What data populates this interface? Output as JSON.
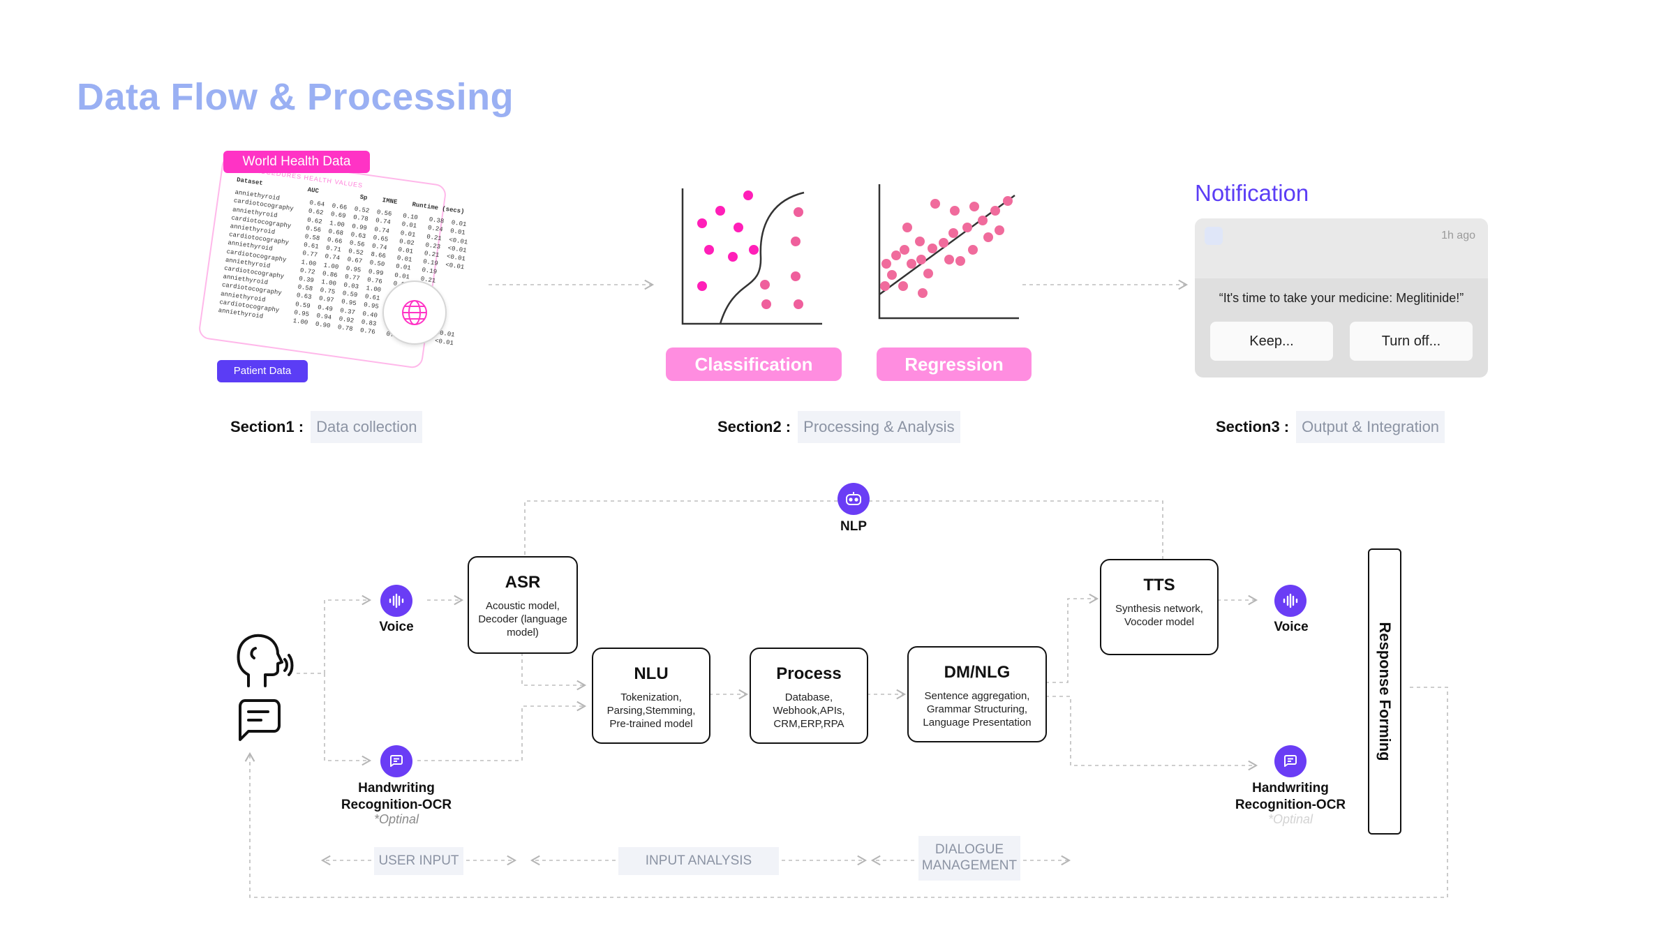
{
  "page_title": "Data Flow & Processing",
  "section1": {
    "label": "Section1 :",
    "name": "Data collection"
  },
  "section2": {
    "label": "Section2 :",
    "name": "Processing & Analysis"
  },
  "section3": {
    "label": "Section3 :",
    "name": "Output & Integration"
  },
  "data_card": {
    "top_tag": "World Health Data",
    "bottom_tag": "Patient Data",
    "header": "PROCEDURES                HEALTH VALUES",
    "table_header": "Dataset            AUC           Sp    IMNE    Runtime (secs)",
    "rows": [
      "anniethyroid        0.64  0.66  0.52  0.56   0.10   0.38  0.01",
      "cardiotocography    0.62  0.69  0.78  0.74   0.01   0.24  0.01",
      "anniethyroid        0.62  1.00  0.99  0.74   0.01   0.21  <0.01",
      "cardiotocography    0.56  0.68  0.63  0.65   0.02   0.23  <0.01",
      "anniethyroid        0.58  0.66  0.56  0.74   0.01   0.21  <0.01",
      "cardiotocography    0.61  0.71  0.52  8.66   0.01   0.19  <0.01",
      "anniethyroid        0.77  0.74  0.67  0.50   0.01   0.19",
      "cardiotocography    1.00  1.00  0.95  0.99   0.01   0.21",
      "anniethyroid        0.72  0.86  0.77  0.76   0.21",
      "cardiotocography    0.39  1.00  0.03  1.00   0.04",
      "anniethyroid        0.58  0.75  0.59  0.61   0.01",
      "cardiotocography    0.63  0.97  0.95  0.95   0.08   0.29",
      "anniethyroid        0.59  0.49  0.37  0.40   0.01   0.18",
      "cardiotocography    0.95  0.94  0.92  0.83   0.01   0.19  <0.01",
      "anniethyroid        1.00  0.90  0.78  0.76   0.01   0.19  <0.01"
    ]
  },
  "classification": {
    "label": "Classification"
  },
  "regression": {
    "label": "Regression"
  },
  "notification": {
    "title": "Notification",
    "time": "1h ago",
    "message": "“It's time to take your medicine: Meglitinide!”",
    "keep_label": "Keep...",
    "turnoff_label": "Turn off..."
  },
  "nlp": {
    "label": "NLP"
  },
  "voice_in": {
    "label": "Voice"
  },
  "ocr_in": {
    "label": "Handwriting Recognition-OCR",
    "note": "*Optinal"
  },
  "asr": {
    "title": "ASR",
    "desc": "Acoustic model, Decoder (language model)"
  },
  "nlu": {
    "title": "NLU",
    "desc": "Tokenization, Parsing,Stemming, Pre-trained model"
  },
  "process": {
    "title": "Process",
    "desc": "Database, Webhook,APIs, CRM,ERP,RPA"
  },
  "dmnlg": {
    "title": "DM/NLG",
    "desc": "Sentence aggregation, Grammar Structuring, Language Presentation"
  },
  "tts": {
    "title": "TTS",
    "desc": "Synthesis network, Vocoder model"
  },
  "voice_out": {
    "label": "Voice"
  },
  "ocr_out": {
    "label": "Handwriting Recognition-OCR",
    "note": "*Optinal"
  },
  "response": {
    "label": "Response Forming"
  },
  "stages": {
    "user_input": "USER INPUT",
    "input_analysis": "INPUT ANALYSIS",
    "dialogue": "DIALOGUE MANAGEMENT"
  },
  "colors": {
    "accent_purple": "#5b3df5",
    "pink": "#ff33c5",
    "pink_light": "#ff8de0",
    "title_blue": "#9ab0f3"
  },
  "icons": [
    "globe-icon",
    "nlp-robot-icon",
    "voice-wave-icon",
    "chat-icon",
    "speaking-head-icon",
    "message-square-icon"
  ]
}
